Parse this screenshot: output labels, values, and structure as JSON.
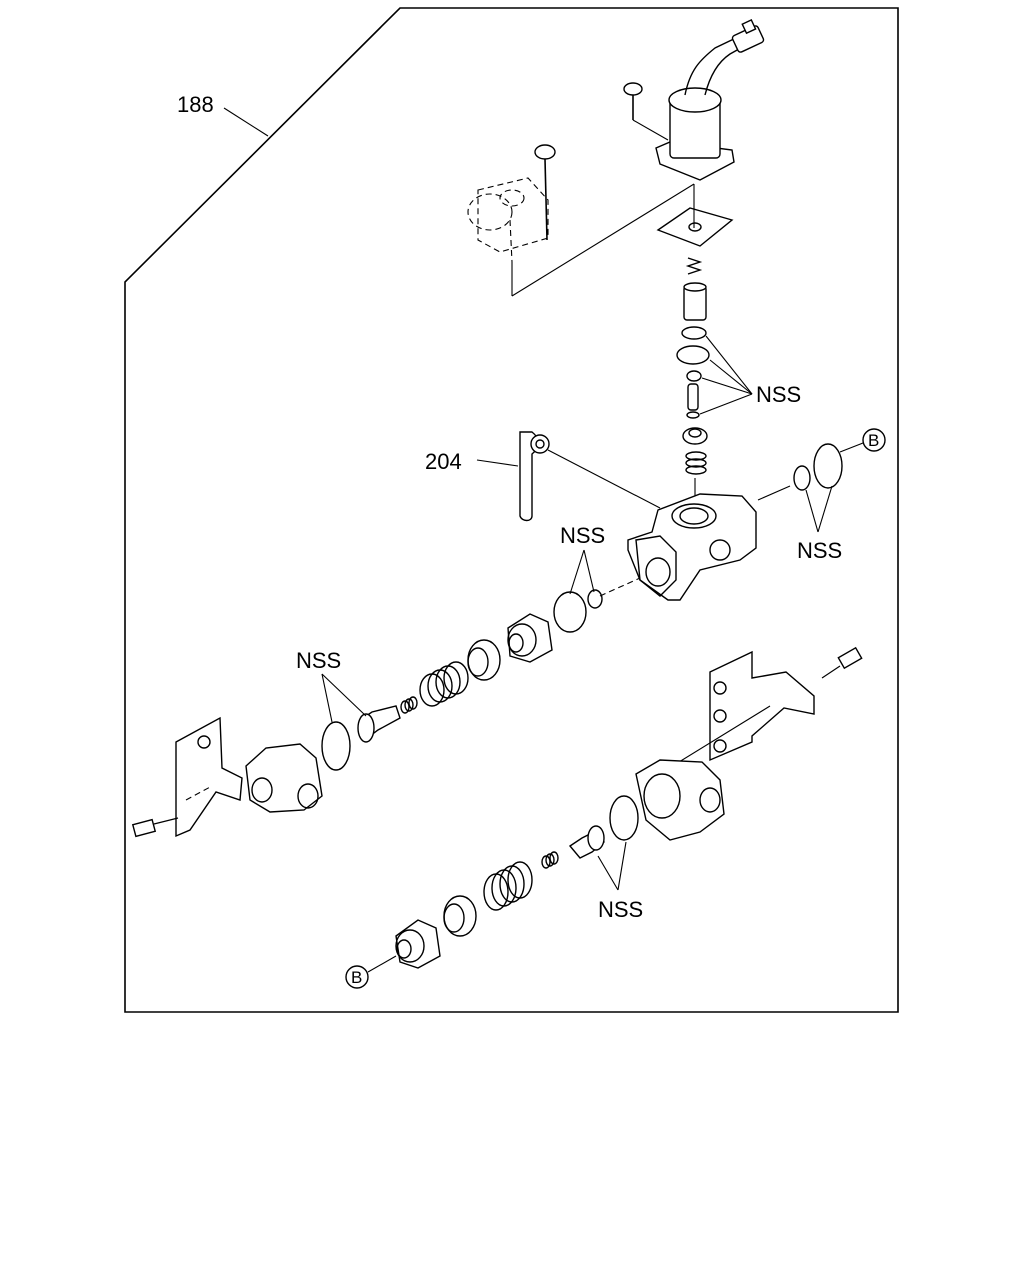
{
  "labels": {
    "assembly": "188",
    "bracket_lever": "204",
    "nss": "NSS",
    "ref_b": "B"
  }
}
